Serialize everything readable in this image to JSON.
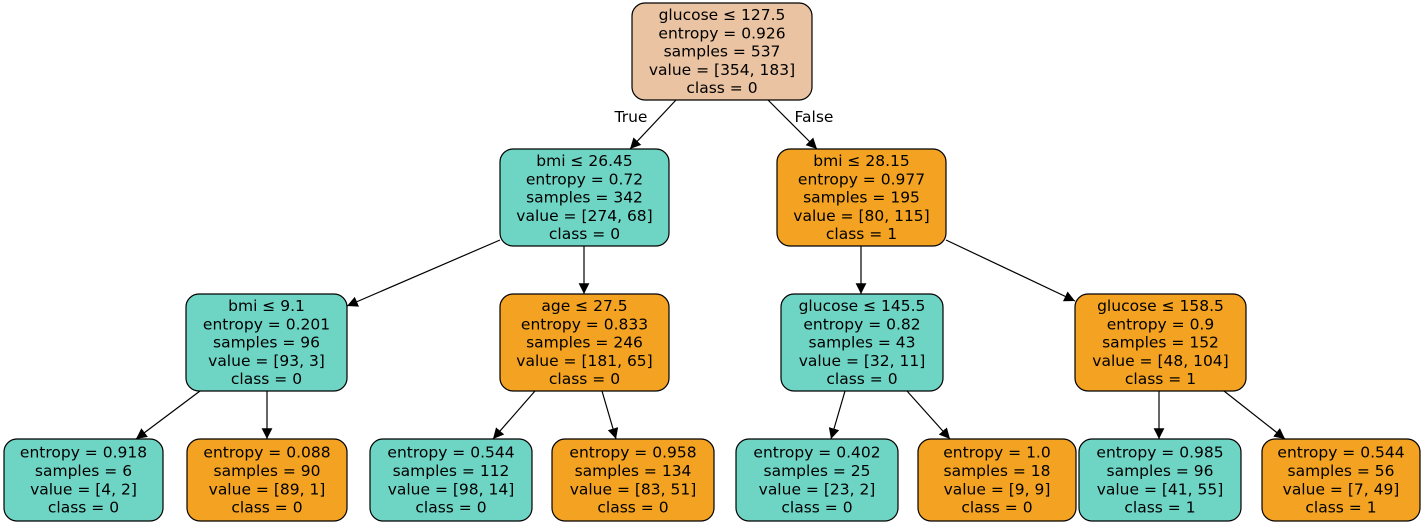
{
  "tree": {
    "nodes": [
      {
        "id": "n0",
        "lines": [
          "glucose ≤ 127.5",
          "entropy = 0.926",
          "samples = 537",
          "value = [354, 183]",
          "class = 0"
        ],
        "color": "#e9c3a2"
      },
      {
        "id": "n1",
        "lines": [
          "bmi ≤ 26.45",
          "entropy = 0.72",
          "samples = 342",
          "value = [274, 68]",
          "class = 0"
        ],
        "color": "#6ed5c5"
      },
      {
        "id": "n2",
        "lines": [
          "bmi ≤ 28.15",
          "entropy = 0.977",
          "samples = 195",
          "value = [80, 115]",
          "class = 1"
        ],
        "color": "#f3a221"
      },
      {
        "id": "n3",
        "lines": [
          "bmi ≤ 9.1",
          "entropy = 0.201",
          "samples = 96",
          "value = [93, 3]",
          "class = 0"
        ],
        "color": "#6ed5c5"
      },
      {
        "id": "n4",
        "lines": [
          "age ≤ 27.5",
          "entropy = 0.833",
          "samples = 246",
          "value = [181, 65]",
          "class = 0"
        ],
        "color": "#f3a221"
      },
      {
        "id": "n5",
        "lines": [
          "glucose ≤ 145.5",
          "entropy = 0.82",
          "samples = 43",
          "value = [32, 11]",
          "class = 0"
        ],
        "color": "#6ed5c5"
      },
      {
        "id": "n6",
        "lines": [
          "glucose ≤ 158.5",
          "entropy = 0.9",
          "samples = 152",
          "value = [48, 104]",
          "class = 1"
        ],
        "color": "#f3a221"
      },
      {
        "id": "n7",
        "lines": [
          "entropy = 0.918",
          "samples = 6",
          "value = [4, 2]",
          "class = 0"
        ],
        "color": "#6ed5c5"
      },
      {
        "id": "n8",
        "lines": [
          "entropy = 0.088",
          "samples = 90",
          "value = [89, 1]",
          "class = 0"
        ],
        "color": "#f3a221"
      },
      {
        "id": "n9",
        "lines": [
          "entropy = 0.544",
          "samples = 112",
          "value = [98, 14]",
          "class = 0"
        ],
        "color": "#6ed5c5"
      },
      {
        "id": "n10",
        "lines": [
          "entropy = 0.958",
          "samples = 134",
          "value = [83, 51]",
          "class = 0"
        ],
        "color": "#f3a221"
      },
      {
        "id": "n11",
        "lines": [
          "entropy = 0.402",
          "samples = 25",
          "value = [23, 2]",
          "class = 0"
        ],
        "color": "#6ed5c5"
      },
      {
        "id": "n12",
        "lines": [
          "entropy = 1.0",
          "samples = 18",
          "value = [9, 9]",
          "class = 0"
        ],
        "color": "#f3a221"
      },
      {
        "id": "n13",
        "lines": [
          "entropy = 0.985",
          "samples = 96",
          "value = [41, 55]",
          "class = 1"
        ],
        "color": "#6ed5c5"
      },
      {
        "id": "n14",
        "lines": [
          "entropy = 0.544",
          "samples = 56",
          "value = [7, 49]",
          "class = 1"
        ],
        "color": "#f3a221"
      }
    ],
    "edges": [
      {
        "from": "n0",
        "to": "n1",
        "label": "True"
      },
      {
        "from": "n0",
        "to": "n2",
        "label": "False"
      },
      {
        "from": "n1",
        "to": "n3",
        "label": ""
      },
      {
        "from": "n1",
        "to": "n4",
        "label": ""
      },
      {
        "from": "n2",
        "to": "n5",
        "label": ""
      },
      {
        "from": "n2",
        "to": "n6",
        "label": ""
      },
      {
        "from": "n3",
        "to": "n7",
        "label": ""
      },
      {
        "from": "n3",
        "to": "n8",
        "label": ""
      },
      {
        "from": "n4",
        "to": "n9",
        "label": ""
      },
      {
        "from": "n4",
        "to": "n10",
        "label": ""
      },
      {
        "from": "n5",
        "to": "n11",
        "label": ""
      },
      {
        "from": "n5",
        "to": "n12",
        "label": ""
      },
      {
        "from": "n6",
        "to": "n13",
        "label": ""
      },
      {
        "from": "n6",
        "to": "n14",
        "label": ""
      }
    ]
  }
}
